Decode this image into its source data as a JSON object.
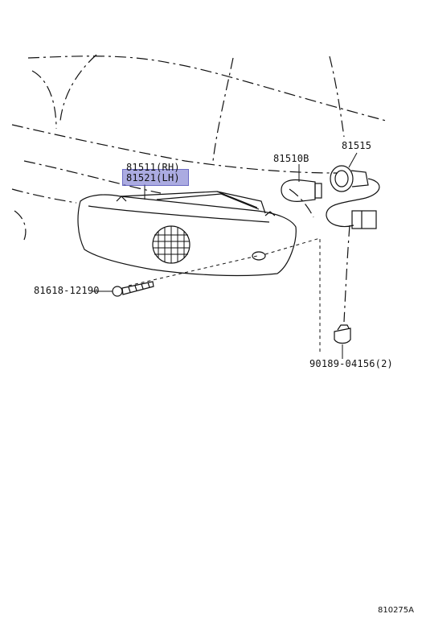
{
  "parts": {
    "lamp_rh": "81511(RH)",
    "lamp_lh": "81521(LH)",
    "bulb": "81510B",
    "socket": "81515",
    "screw": "81618-12190",
    "clip": "90189-04156(2)"
  },
  "highlight_color": "#8f8fd8",
  "reference_code": "810275A"
}
